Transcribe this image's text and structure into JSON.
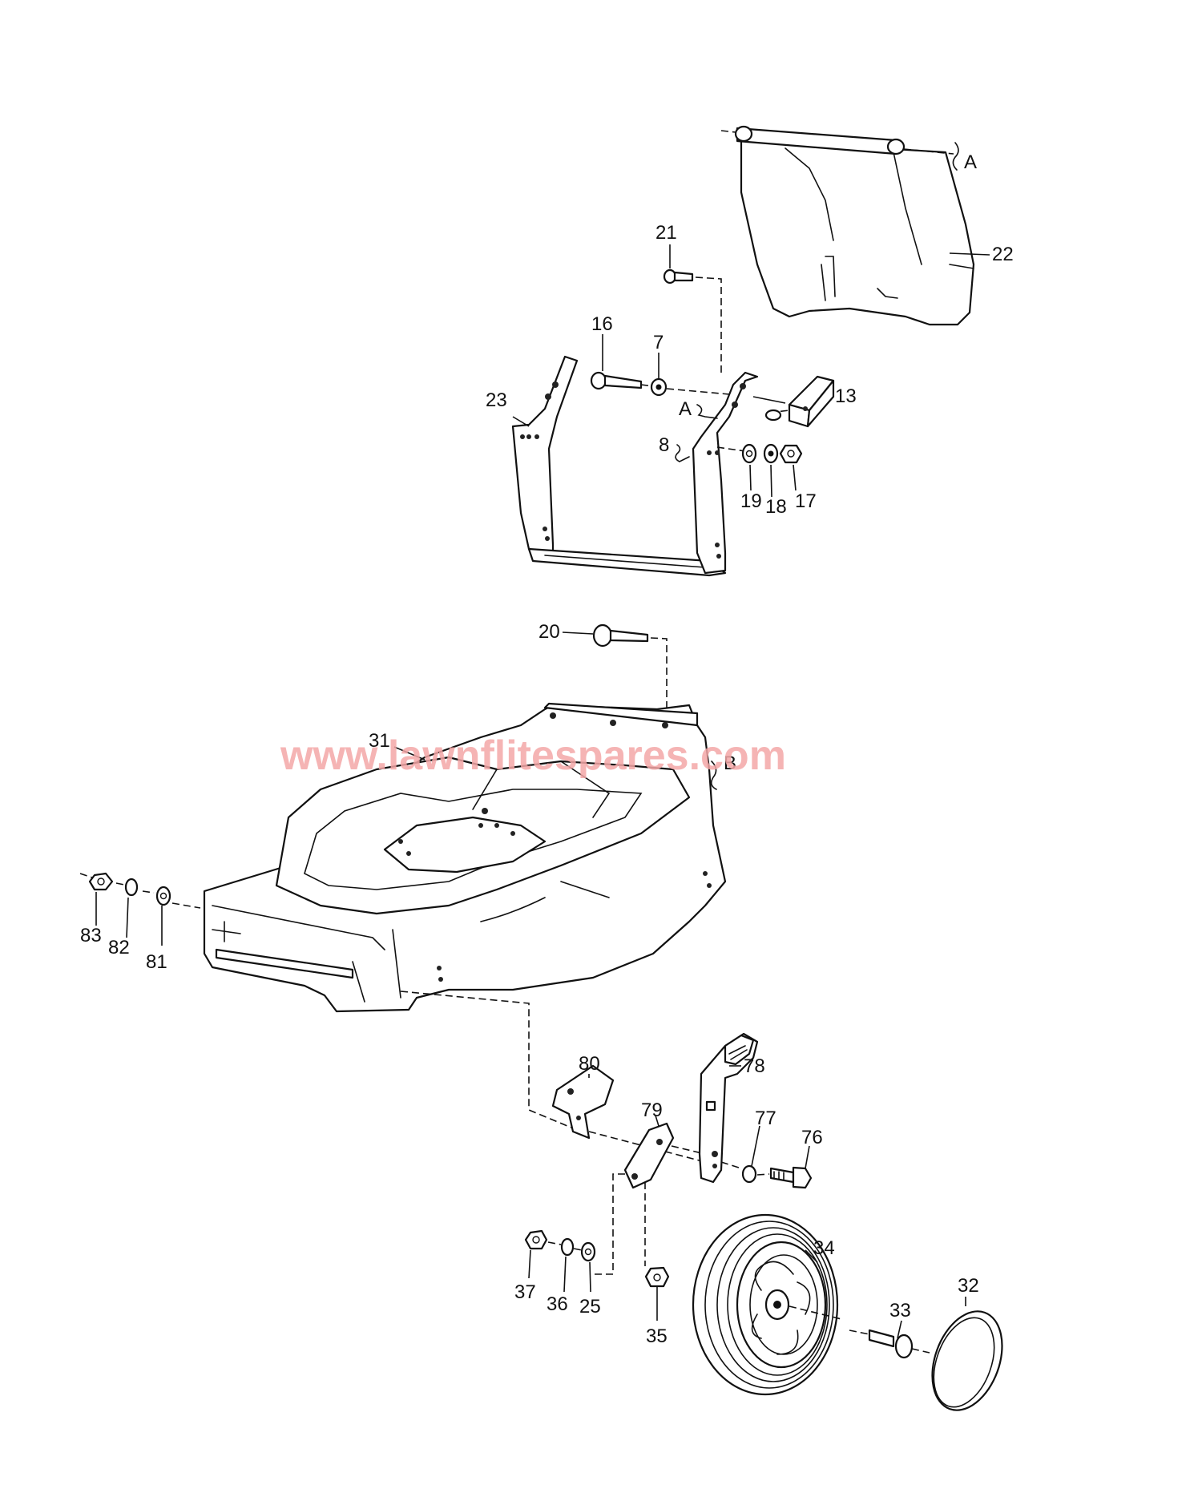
{
  "watermark": "www.lawnflitespares.com",
  "colors": {
    "line": "#111111",
    "watermark": "#f4a7a7",
    "background": "#ffffff"
  },
  "callouts": {
    "p21": "21",
    "p22": "22",
    "pA1": "A",
    "p16": "16",
    "p7": "7",
    "p23": "23",
    "p13": "13",
    "pA2": "A",
    "p8": "8",
    "p19": "19",
    "p18": "18",
    "p17": "17",
    "p20": "20",
    "p31": "31",
    "pB": "B",
    "p83": "83",
    "p82": "82",
    "p81": "81",
    "p80": "80",
    "p78": "78",
    "p79": "79",
    "p77": "77",
    "p76": "76",
    "p34": "34",
    "p37": "37",
    "p36": "36",
    "p25": "25",
    "p35": "35",
    "p33": "33",
    "p32": "32"
  }
}
